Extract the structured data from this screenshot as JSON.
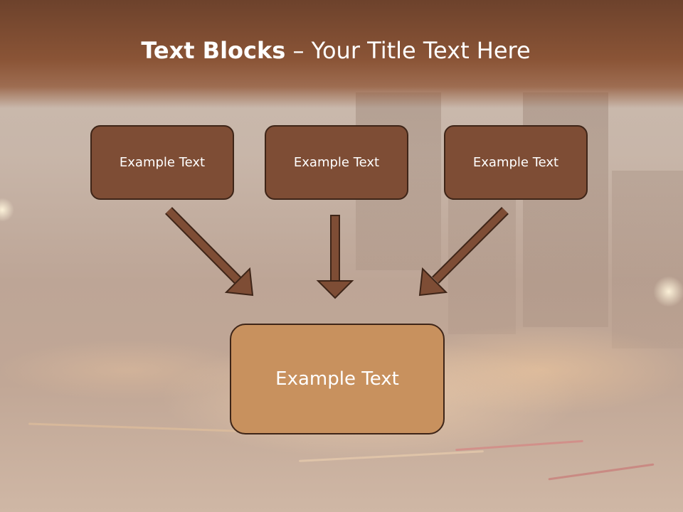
{
  "slide": {
    "title_bold": "Text Blocks",
    "title_rest": " – Your Title Text Here"
  },
  "boxes": {
    "top": [
      {
        "label": "Example Text"
      },
      {
        "label": "Example Text"
      },
      {
        "label": "Example Text"
      }
    ],
    "target": {
      "label": "Example Text"
    }
  },
  "colors": {
    "title_band": "#7a4a30",
    "top_box_fill": "#7e4d35",
    "target_box_fill": "#c8915e",
    "box_border": "#3e2518",
    "arrow_fill": "#7e4d35"
  }
}
